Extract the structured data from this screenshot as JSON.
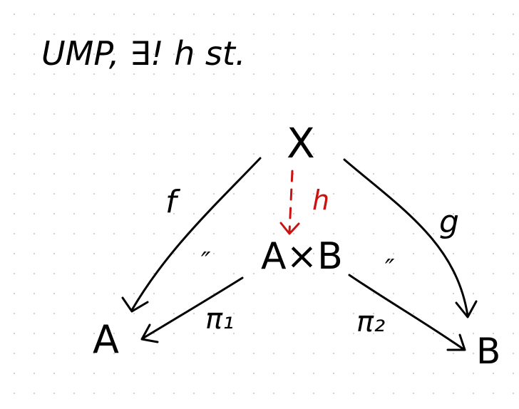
{
  "heading": "UMP, ∃! h st.",
  "colors": {
    "ink": "#000000",
    "highlight": "#cc1111",
    "dot_grid": "#cfcfcf"
  },
  "nodes": {
    "top": "X",
    "product": "A×B",
    "left": "A",
    "right": "B"
  },
  "arrows": {
    "f": "f",
    "g": "g",
    "h": "h",
    "pi1": "π₁",
    "pi2": "π₂"
  },
  "equals_marks": {
    "left": "″",
    "right": "″"
  }
}
